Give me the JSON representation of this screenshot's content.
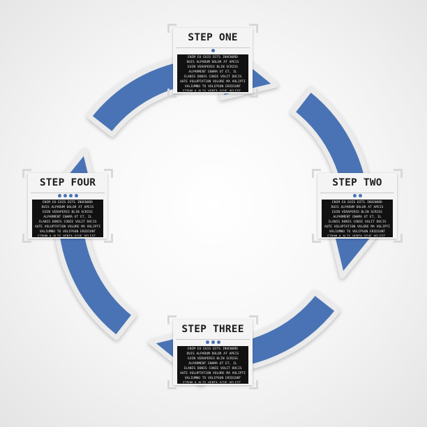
{
  "steps": [
    {
      "title": "STEP ONE",
      "dot_count": 1,
      "body": "ENIM EU EUIS DITS INVENORD\nDUIS ALPARUM DOLOR AT APEIS\nEUIN VERAPERIO BLIN SCRISS\nALPARMENT ENAMA UT ET, IL\nILANIS DONIS CONIE VOLIT DOCIS\nAUTE VOLUPTATION VOLORE MA VOLIPTI\nVALIUMNO TO VOLIPSON ERIDIUNT\nFIDUM A ALIS VENTA SCUE VELEST,\nDOCUM ETI VUE VERIPUS ILITAE."
    },
    {
      "title": "STEP TWO",
      "dot_count": 2,
      "body": "ENIM EU EUIS DITS INVENORD\nDUIS ALPARUM DOLOR AT APEIS\nEUIN VERAPERIO BLIN SCRISS\nALPARMENT ENAMA UT ET, IL\nILANIS DONIS CONIE VOLIT DOCIS\nAUTE VOLUPTATION VOLORE MA VOLIPTI\nVALIUMNO TO VOLIPSON ERIDIUNT\nFIDUM A ALIS VENTA SCUE VELEST,\nDOCUM ETI VUE VERIPUS ILITAE."
    },
    {
      "title": "STEP THREE",
      "dot_count": 3,
      "body": "ENIM EU EUIS DITS INVENORD\nDUIS ALPARUM DOLOR AT APEIS\nEUIN VERAPERIO BLIN SCRISS\nALPARMENT ENAMA UT ET, IL\nILANIS DONIS CONIE VOLIT DOCIS\nAUTE VOLUPTATION VOLORE MA VOLIPTI\nVALIUMNO TO VOLIPSON ERIDIUNT\nFIDUM A ALIS VENTA SCUE VELEST,\nDOCUM ETI VUE VERIPUS ILITAE."
    },
    {
      "title": "STEP FOUR",
      "dot_count": 4,
      "body": "ENIM EU EUIS DITS INVENORD\nDUIS ALPARUM DOLOR AT APEIS\nEUIN VERAPERIO BLIN SCRISS\nALPARMENT ENAMA UT ET, IL\nILANIS DONIS CONIE VOLIT DOCIS\nAUTE VOLUPTATION VOLORE MA VOLIPTI\nVALIUMNO TO VOLIPSON ERIDIUNT\nFIDUM A ALIS VENTA SCUE VELEST,\nDOCUM ETI VUE VERIPUS ILITAE."
    }
  ],
  "colors": {
    "arrow_fill": "#4a73b4",
    "arrow_border": "#ebebeb",
    "dot": "#4a73b4",
    "body_panel": "#111111"
  }
}
